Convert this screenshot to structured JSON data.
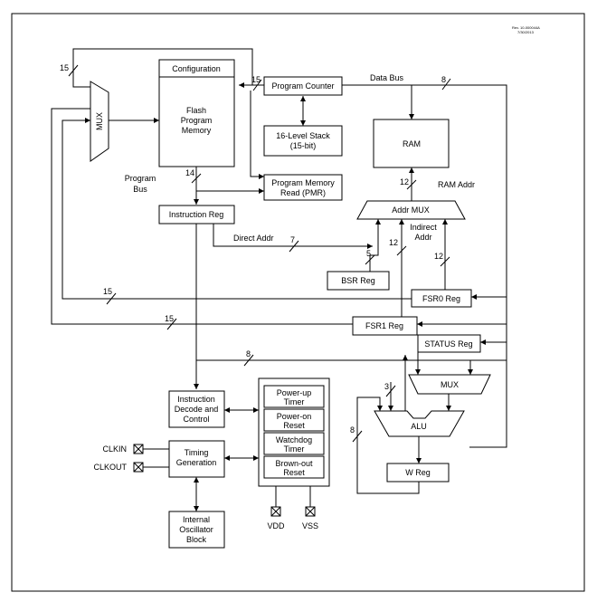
{
  "ref": {
    "line1": "Rev. 10-000044A",
    "line2": "7/30/2013"
  },
  "blocks": {
    "configuration": "Configuration",
    "flash": [
      "Flash",
      "Program",
      "Memory"
    ],
    "program_counter": "Program Counter",
    "stack": [
      "16-Level Stack",
      "(15-bit)"
    ],
    "pmr": [
      "Program Memory",
      "Read (PMR)"
    ],
    "ram": "RAM",
    "instruction_reg": "Instruction Reg",
    "addr_mux": "Addr MUX",
    "bsr_reg": "BSR Reg",
    "fsr0_reg": "FSR0 Reg",
    "fsr1_reg": "FSR1 Reg",
    "status_reg": "STATUS Reg",
    "mux_left": "MUX",
    "mux_right": "MUX",
    "alu": "ALU",
    "w_reg": "W Reg",
    "instruction_decode": [
      "Instruction",
      "Decode and",
      "Control"
    ],
    "timing_generation": [
      "Timing",
      "Generation"
    ],
    "internal_oscillator": [
      "Internal",
      "Oscillator",
      "Block"
    ],
    "timers": [
      [
        "Power-up",
        "Timer"
      ],
      [
        "Power-on",
        "Reset"
      ],
      [
        "Watchdog",
        "Timer"
      ],
      [
        "Brown-out",
        "Reset"
      ]
    ]
  },
  "labels": {
    "data_bus": "Data Bus",
    "program_bus": [
      "Program",
      "Bus"
    ],
    "ram_addr": "RAM Addr",
    "direct_addr": "Direct Addr",
    "indirect_addr": [
      "Indirect",
      "Addr"
    ]
  },
  "pins": {
    "clkin": "CLKIN",
    "clkout": "CLKOUT",
    "vdd": "VDD",
    "vss": "VSS"
  },
  "bus_widths": {
    "pc_top": "15",
    "pc_in": "15",
    "data_bus": "8",
    "program_bus": "14",
    "ram_addr": "12",
    "direct_addr": "7",
    "bsr": "5",
    "indirect": "12",
    "fsr0": "12",
    "fsr0_loop": "15",
    "fsr1_loop": "15",
    "decode_bus": "8",
    "mux_alu": "3",
    "w_feedback": "8"
  }
}
